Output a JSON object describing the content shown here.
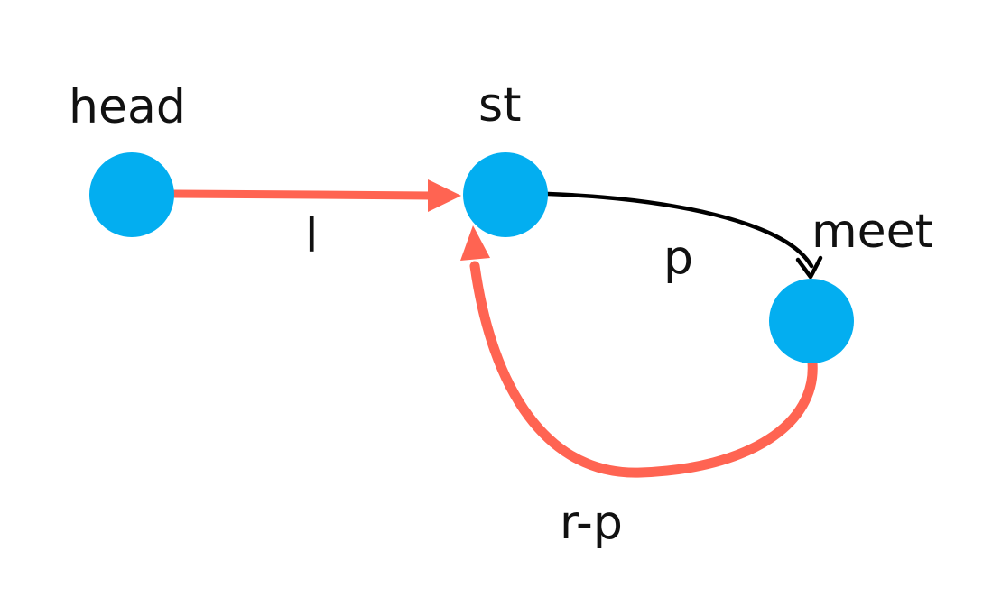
{
  "nodes": {
    "head": {
      "label": "head",
      "color": "#03aef0"
    },
    "st": {
      "label": "st",
      "color": "#03aef0"
    },
    "meet": {
      "label": "meet",
      "color": "#03aef0"
    }
  },
  "edges": {
    "head_to_st": {
      "label": "l",
      "color": "#ff6452"
    },
    "st_to_meet": {
      "label": "p",
      "color": "#000000"
    },
    "meet_to_st": {
      "label": "r-p",
      "color": "#ff6452"
    }
  }
}
